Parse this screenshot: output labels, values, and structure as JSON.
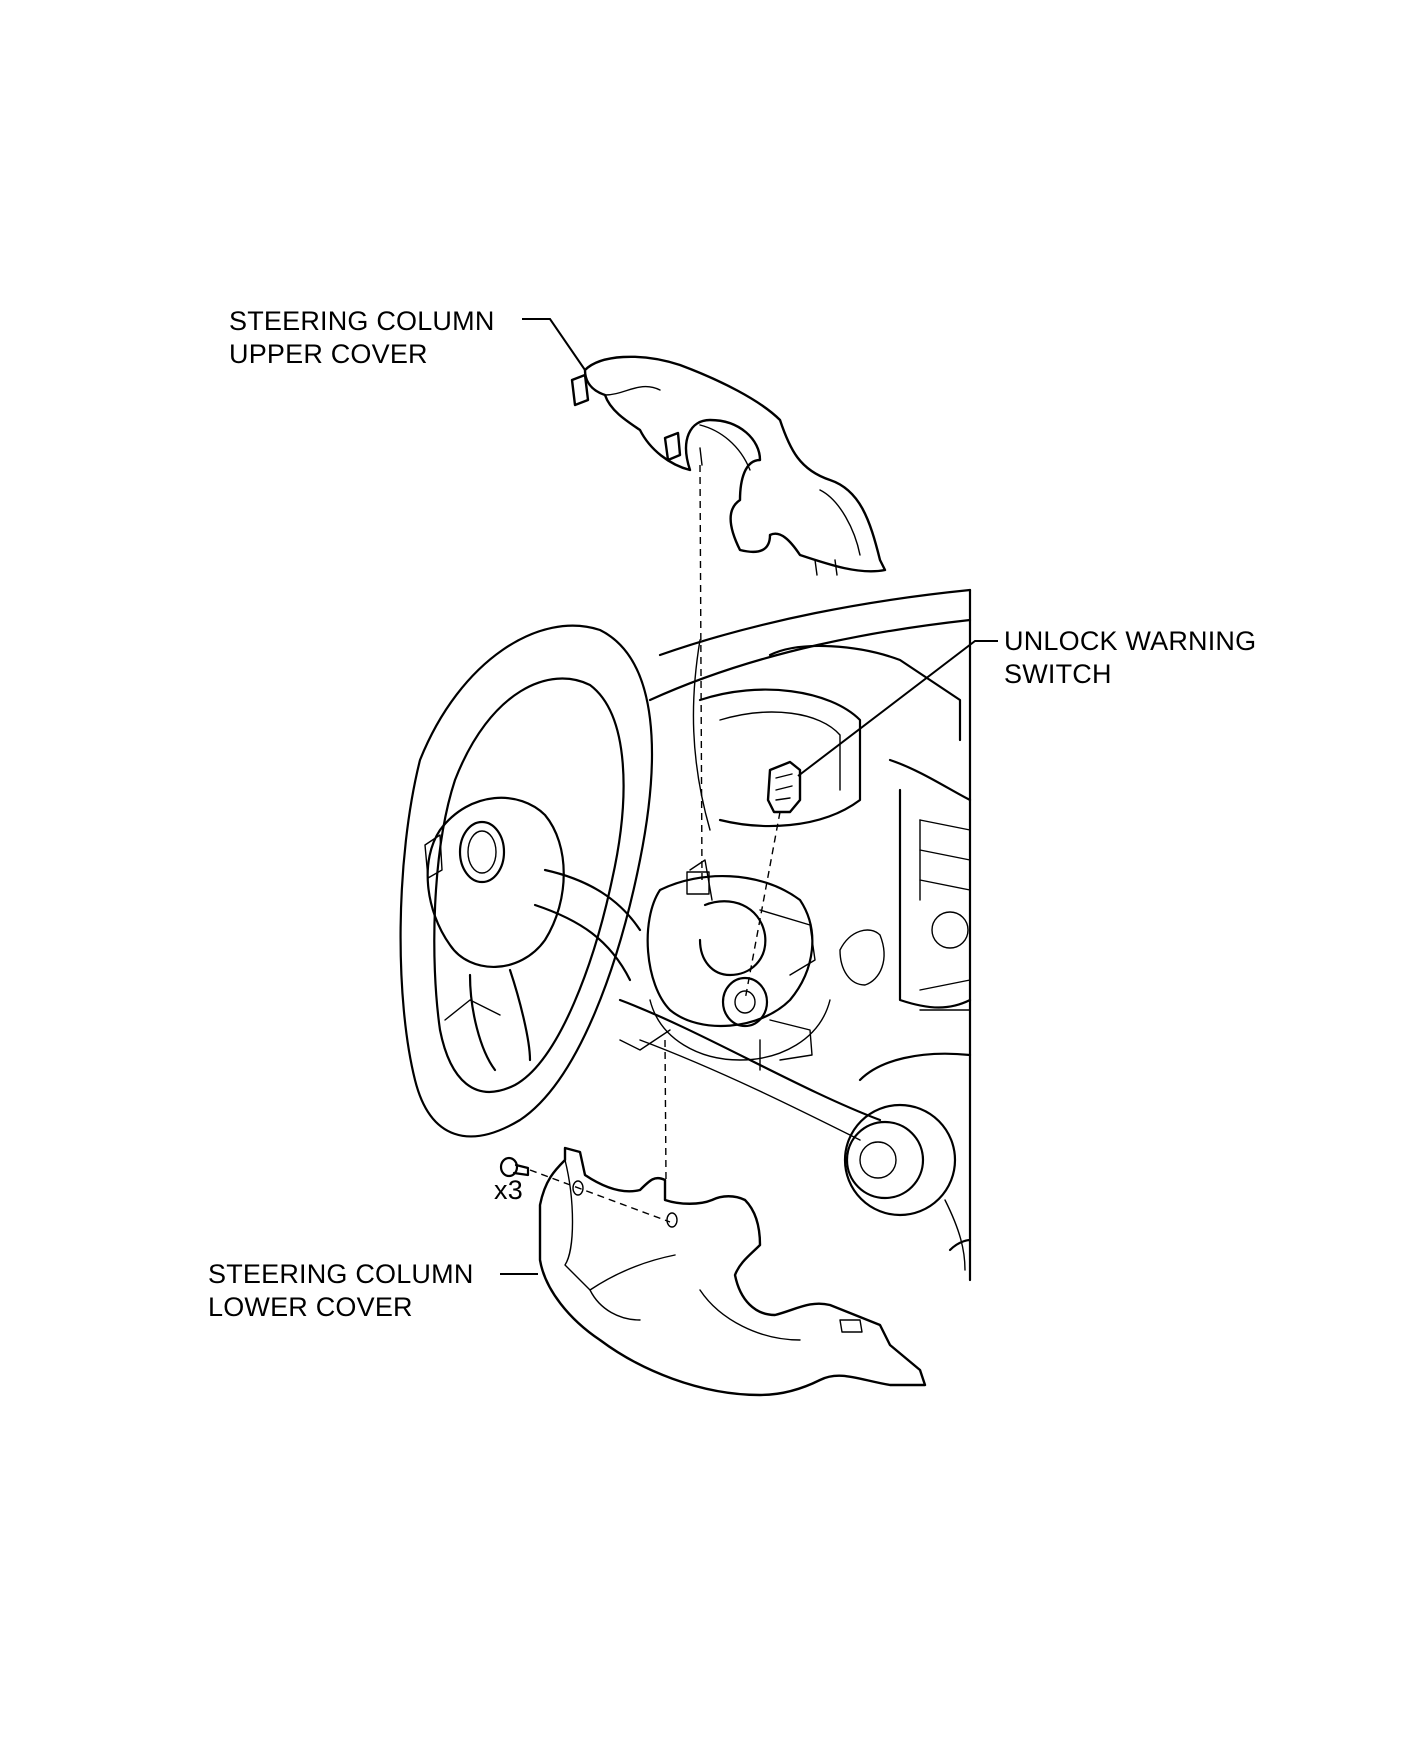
{
  "labels": {
    "upper_cover": [
      "STEERING COLUMN",
      "UPPER COVER"
    ],
    "unlock_switch": [
      "UNLOCK WARNING",
      "SWITCH"
    ],
    "lower_cover": [
      "STEERING COLUMN",
      "LOWER COVER"
    ],
    "screw_qty": "x3"
  }
}
